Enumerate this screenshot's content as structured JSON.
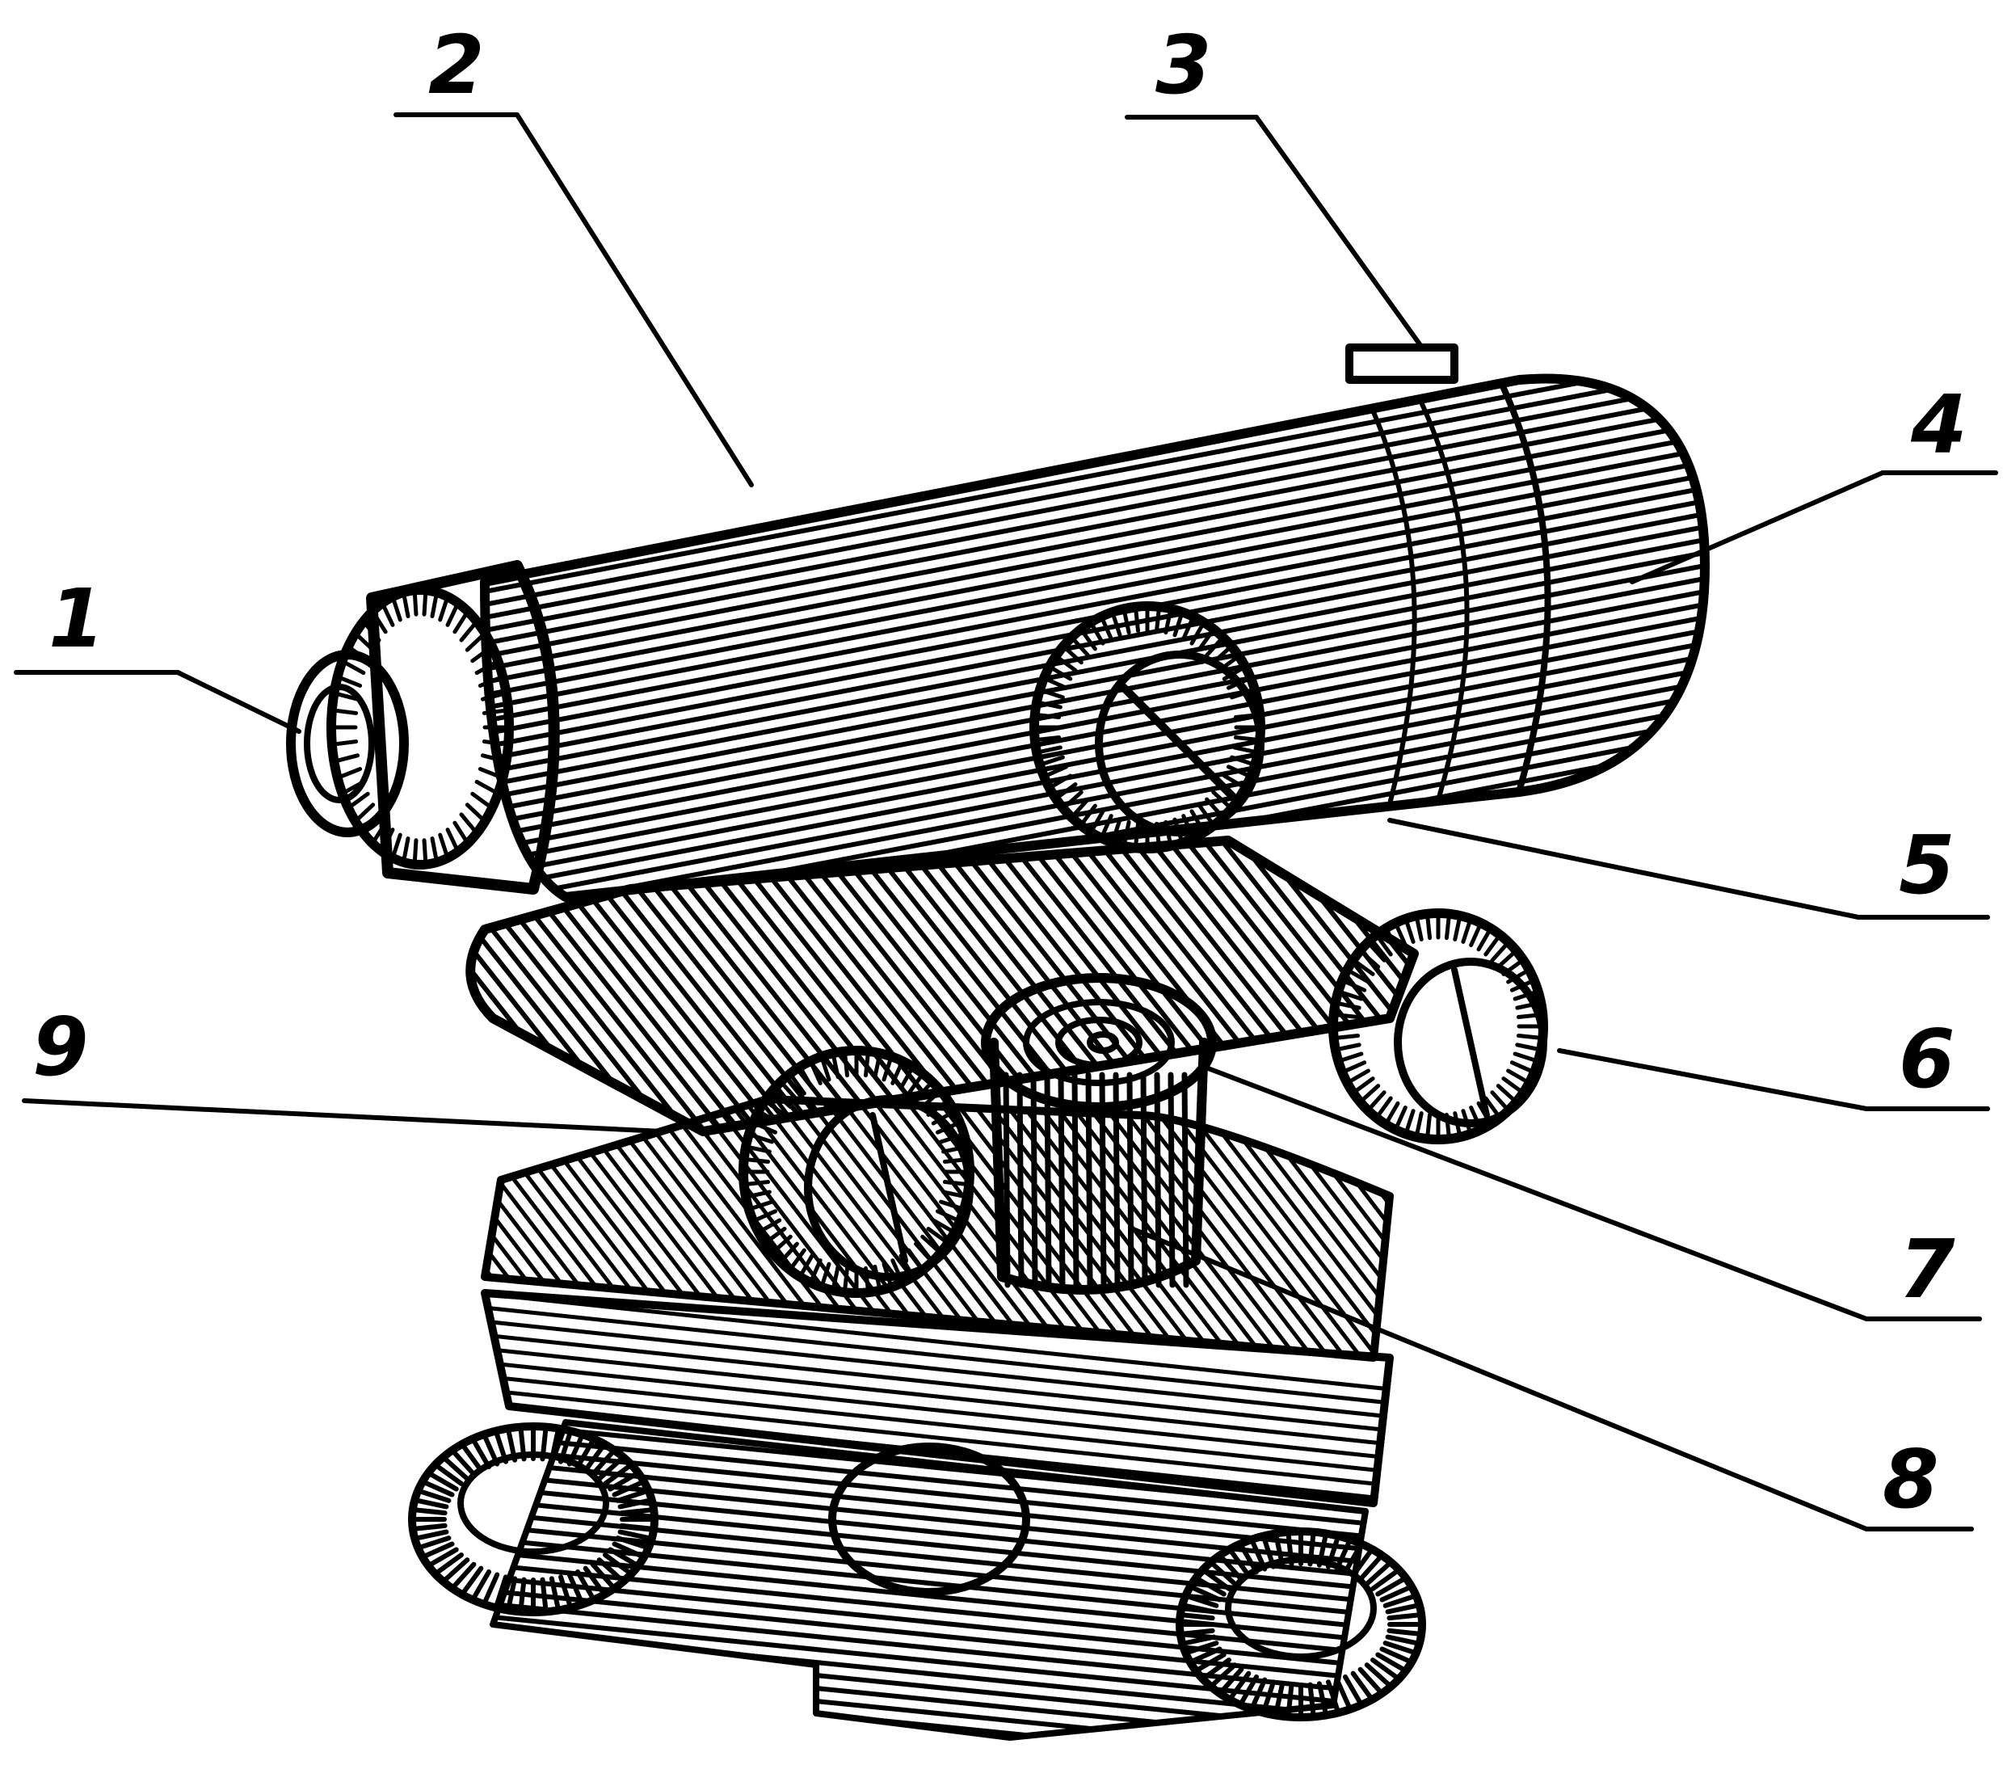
{
  "colors": {
    "ink": "#000000",
    "paper": "#ffffff"
  },
  "labels": {
    "l1": "1",
    "l2": "2",
    "l3": "3",
    "l4": "4",
    "l5": "5",
    "l6": "6",
    "l7": "7",
    "l8": "8",
    "l9": "9"
  }
}
